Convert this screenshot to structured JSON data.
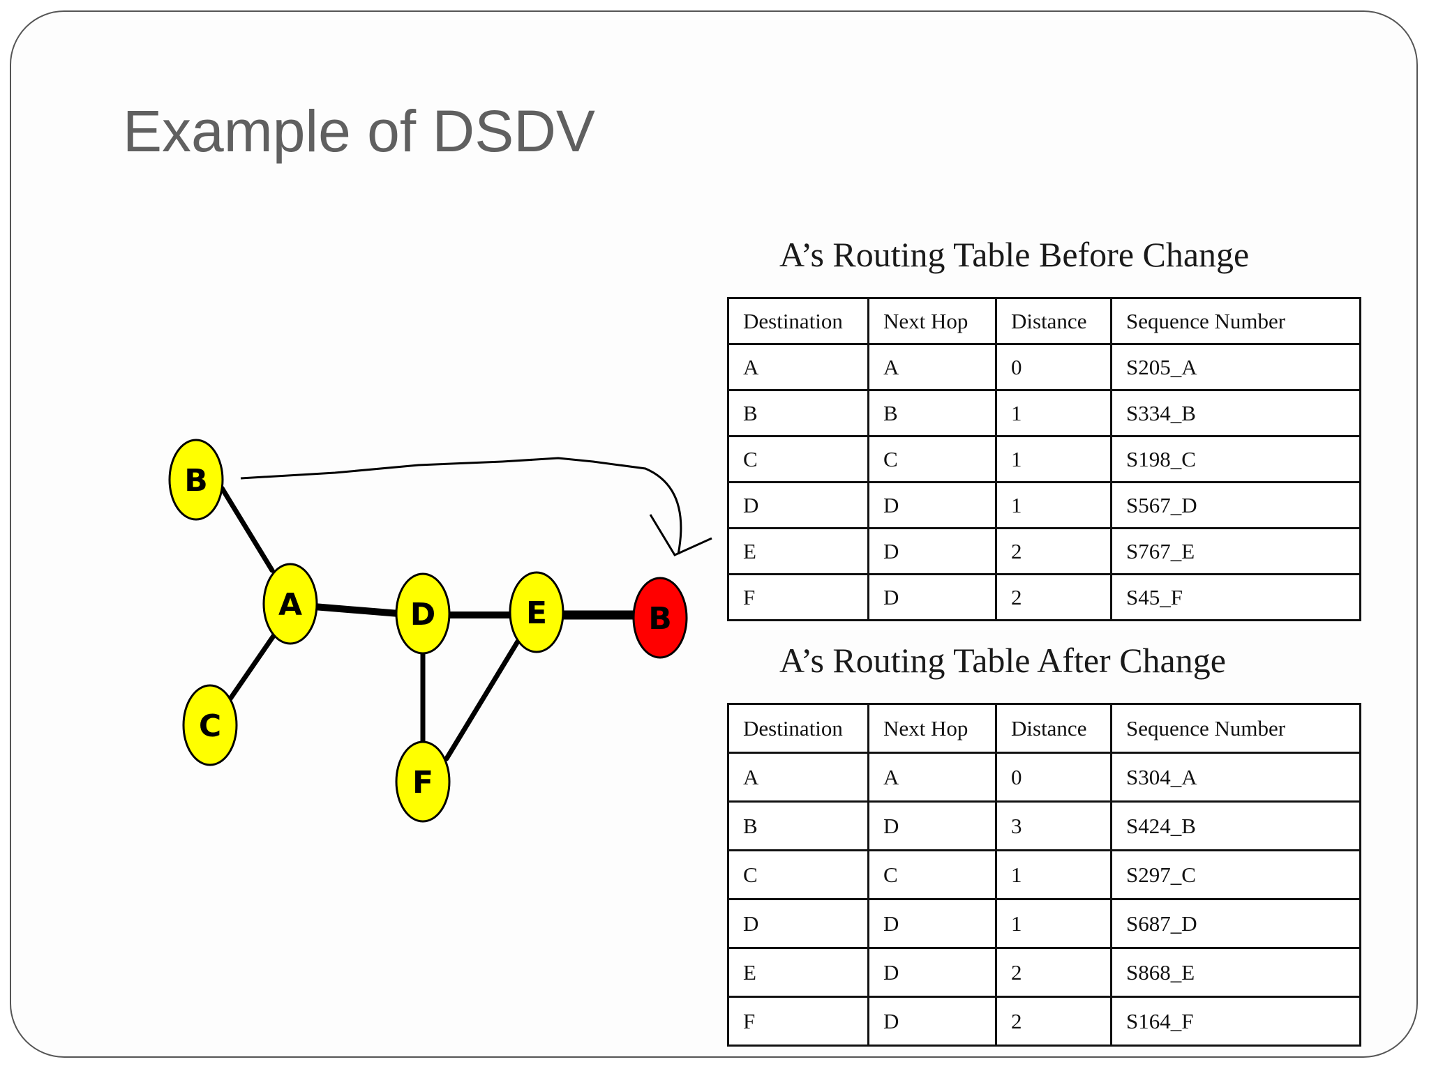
{
  "title": "Example of DSDV",
  "diagram": {
    "nodes": [
      {
        "id": "B_old",
        "label": "B",
        "color": "#ffff00"
      },
      {
        "id": "A",
        "label": "A",
        "color": "#ffff00"
      },
      {
        "id": "C",
        "label": "C",
        "color": "#ffff00"
      },
      {
        "id": "D",
        "label": "D",
        "color": "#ffff00"
      },
      {
        "id": "E",
        "label": "E",
        "color": "#ffff00"
      },
      {
        "id": "F",
        "label": "F",
        "color": "#ffff00"
      },
      {
        "id": "B_new",
        "label": "B",
        "color": "#ff0000"
      }
    ],
    "edges": [
      {
        "from": "B_old",
        "to": "A"
      },
      {
        "from": "A",
        "to": "C"
      },
      {
        "from": "A",
        "to": "D"
      },
      {
        "from": "D",
        "to": "E"
      },
      {
        "from": "E",
        "to": "B_new"
      },
      {
        "from": "D",
        "to": "F"
      },
      {
        "from": "E",
        "to": "F"
      }
    ],
    "arrow": {
      "from": "B_old",
      "to": "B_new",
      "style": "hand-drawn curved arrow"
    }
  },
  "tables": {
    "before": {
      "heading": "A’s Routing Table Before Change",
      "columns": [
        "Destination",
        "Next Hop",
        "Distance",
        "Sequence Number"
      ],
      "rows": [
        [
          "A",
          "A",
          "0",
          "S205_A"
        ],
        [
          "B",
          "B",
          "1",
          "S334_B"
        ],
        [
          "C",
          "C",
          "1",
          "S198_C"
        ],
        [
          "D",
          "D",
          "1",
          "S567_D"
        ],
        [
          "E",
          "D",
          "2",
          "S767_E"
        ],
        [
          "F",
          "D",
          "2",
          "S45_F"
        ]
      ]
    },
    "after": {
      "heading": "A’s Routing Table After Change",
      "columns": [
        "Destination",
        "Next Hop",
        "Distance",
        "Sequence Number"
      ],
      "rows": [
        [
          "A",
          "A",
          "0",
          "S304_A"
        ],
        [
          "B",
          "D",
          "3",
          "S424_B"
        ],
        [
          "C",
          "C",
          "1",
          "S297_C"
        ],
        [
          "D",
          "D",
          "1",
          "S687_D"
        ],
        [
          "E",
          "D",
          "2",
          "S868_E"
        ],
        [
          "F",
          "D",
          "2",
          "S164_F"
        ]
      ]
    }
  }
}
